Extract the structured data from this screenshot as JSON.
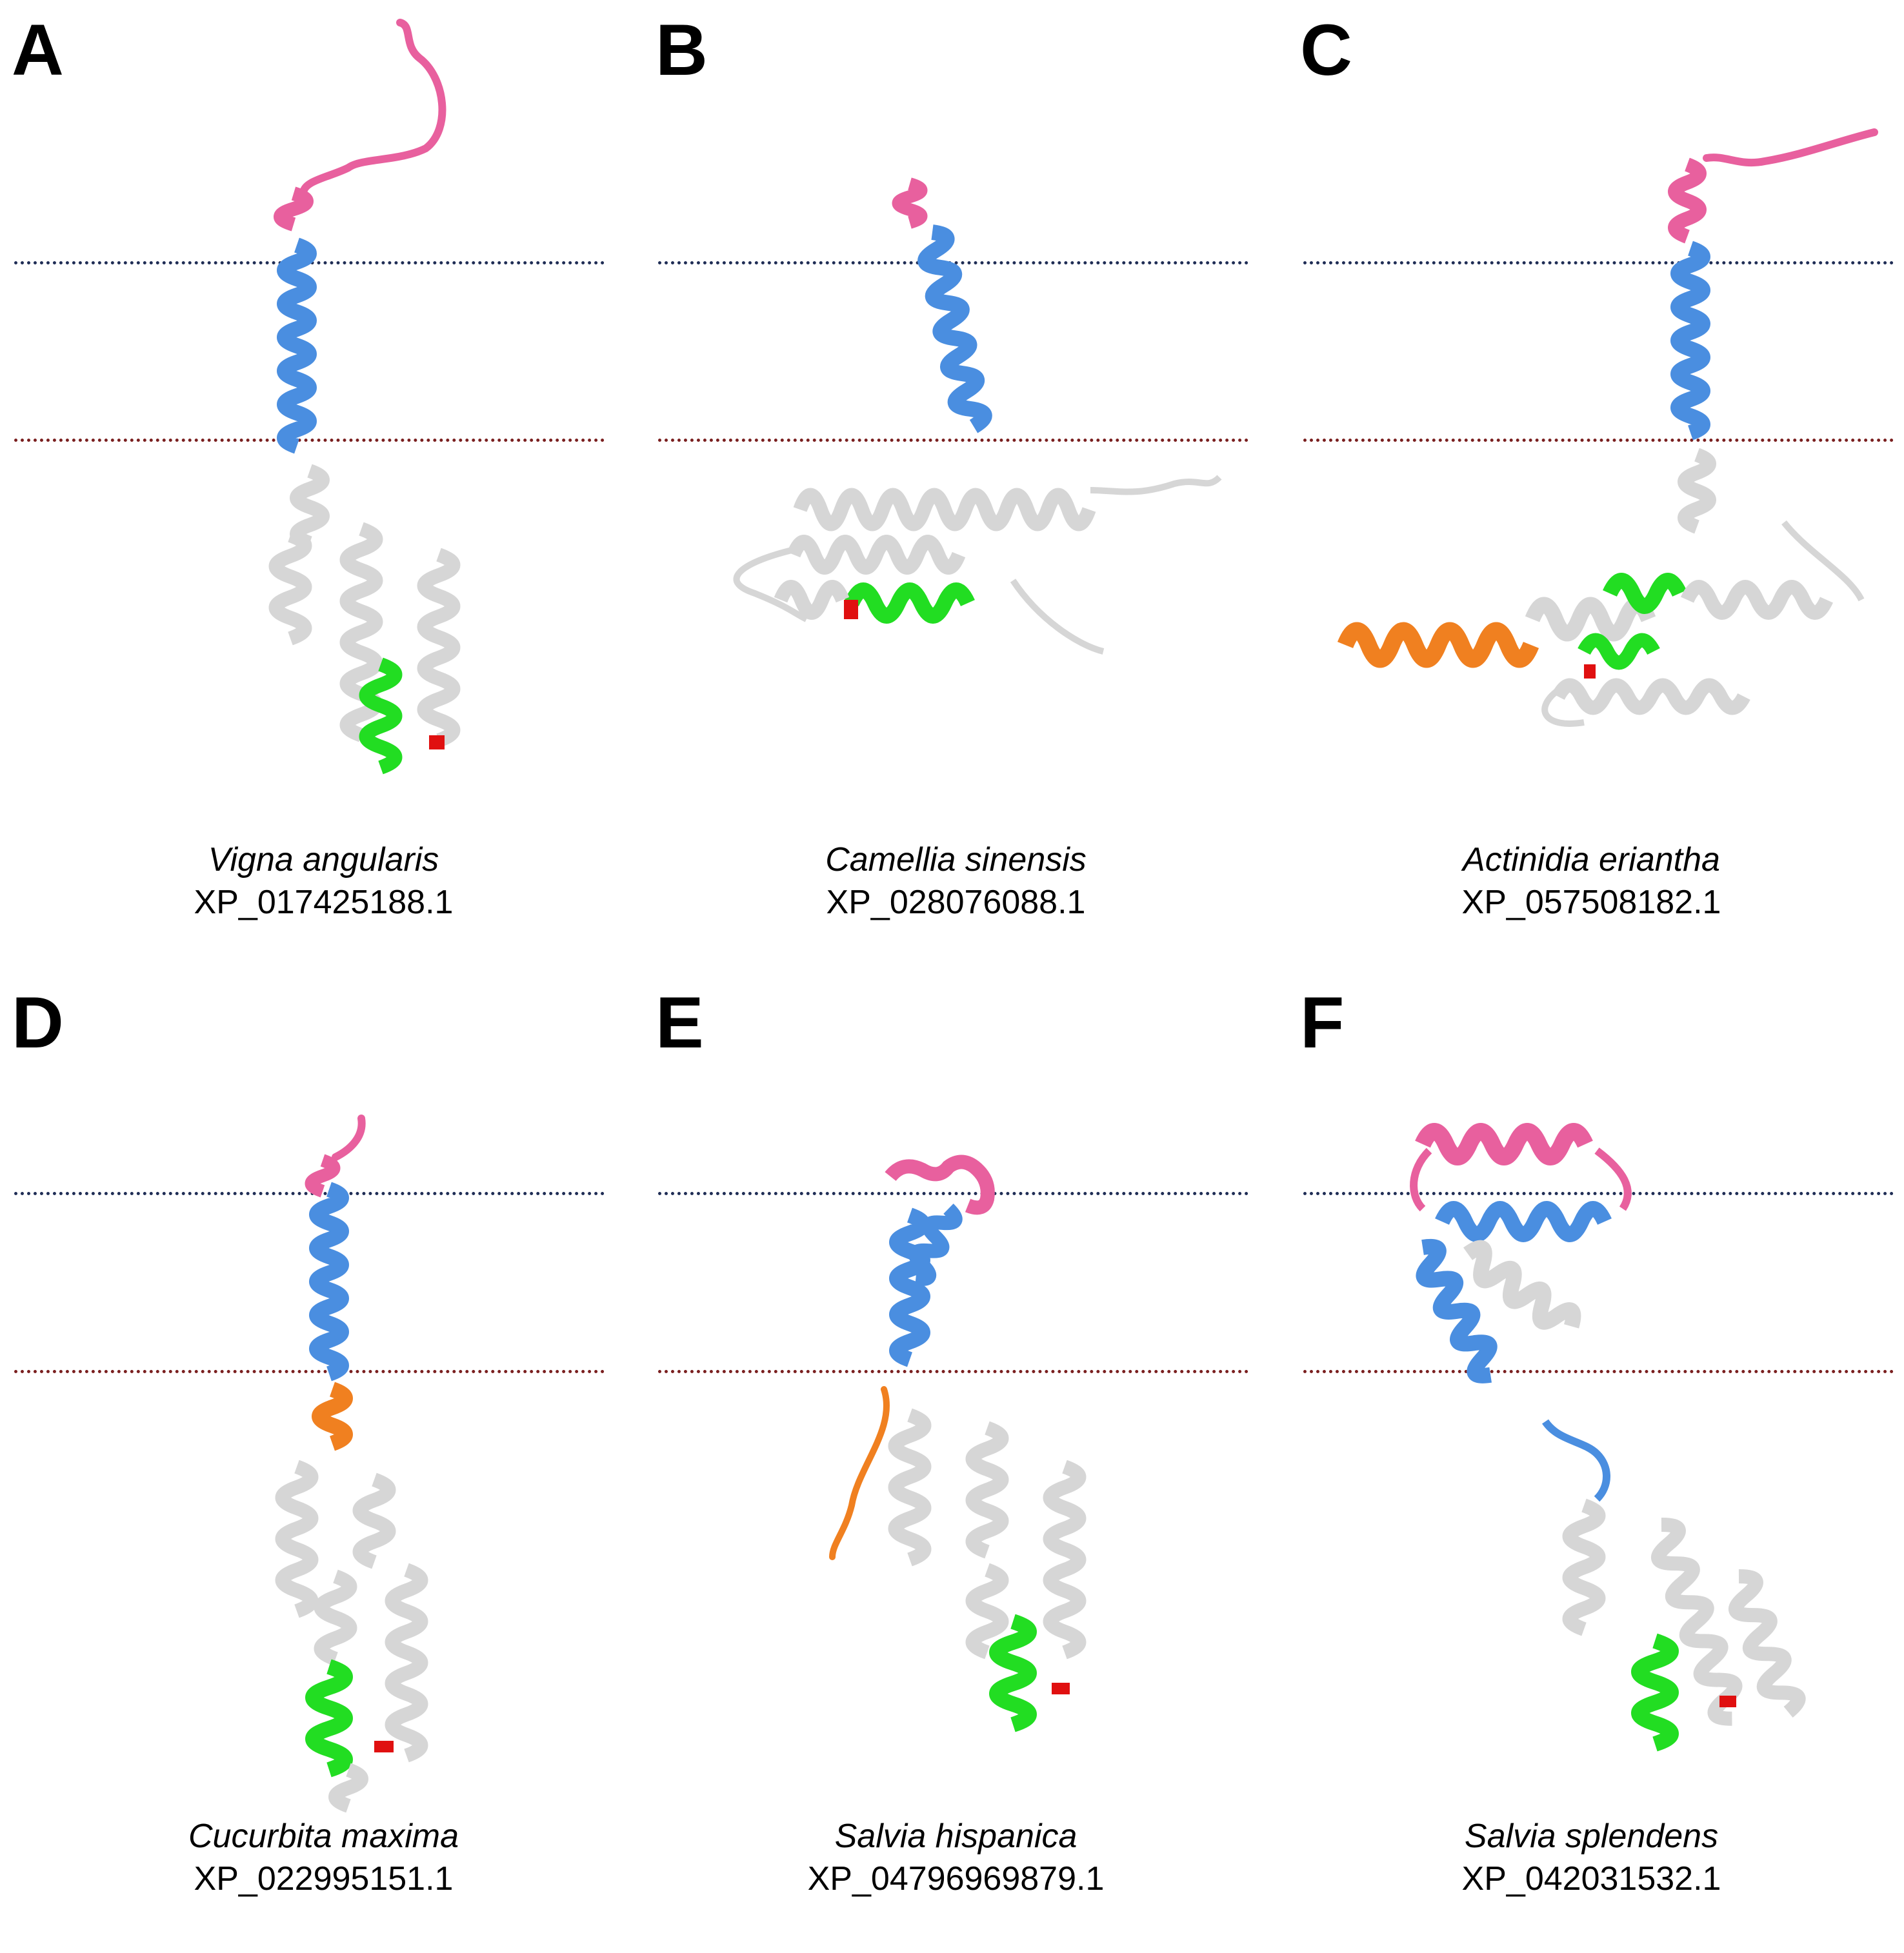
{
  "colors": {
    "outer_membrane_line": "#1f2d55",
    "inner_membrane_line": "#7a1f1f",
    "n_terminal": "#e8609e",
    "transmembrane": "#4a8ee0",
    "linker": "#f08020",
    "conserved_motif": "#22dd22",
    "key_residue": "#e01010",
    "body_helix": "#d6d6d6"
  },
  "panels": [
    {
      "letter": "A",
      "species": "Vigna angularis",
      "accession": "XP_017425188.1"
    },
    {
      "letter": "B",
      "species": "Camellia sinensis",
      "accession": "XP_028076088.1"
    },
    {
      "letter": "C",
      "species": "Actinidia eriantha",
      "accession": "XP_057508182.1"
    },
    {
      "letter": "D",
      "species": "Cucurbita maxima",
      "accession": "XP_022995151.1"
    },
    {
      "letter": "E",
      "species": "Salvia hispanica",
      "accession": "XP_04796969879.1"
    },
    {
      "letter": "F",
      "species": "Salvia splendens",
      "accession": "XP_042031532.1"
    }
  ]
}
